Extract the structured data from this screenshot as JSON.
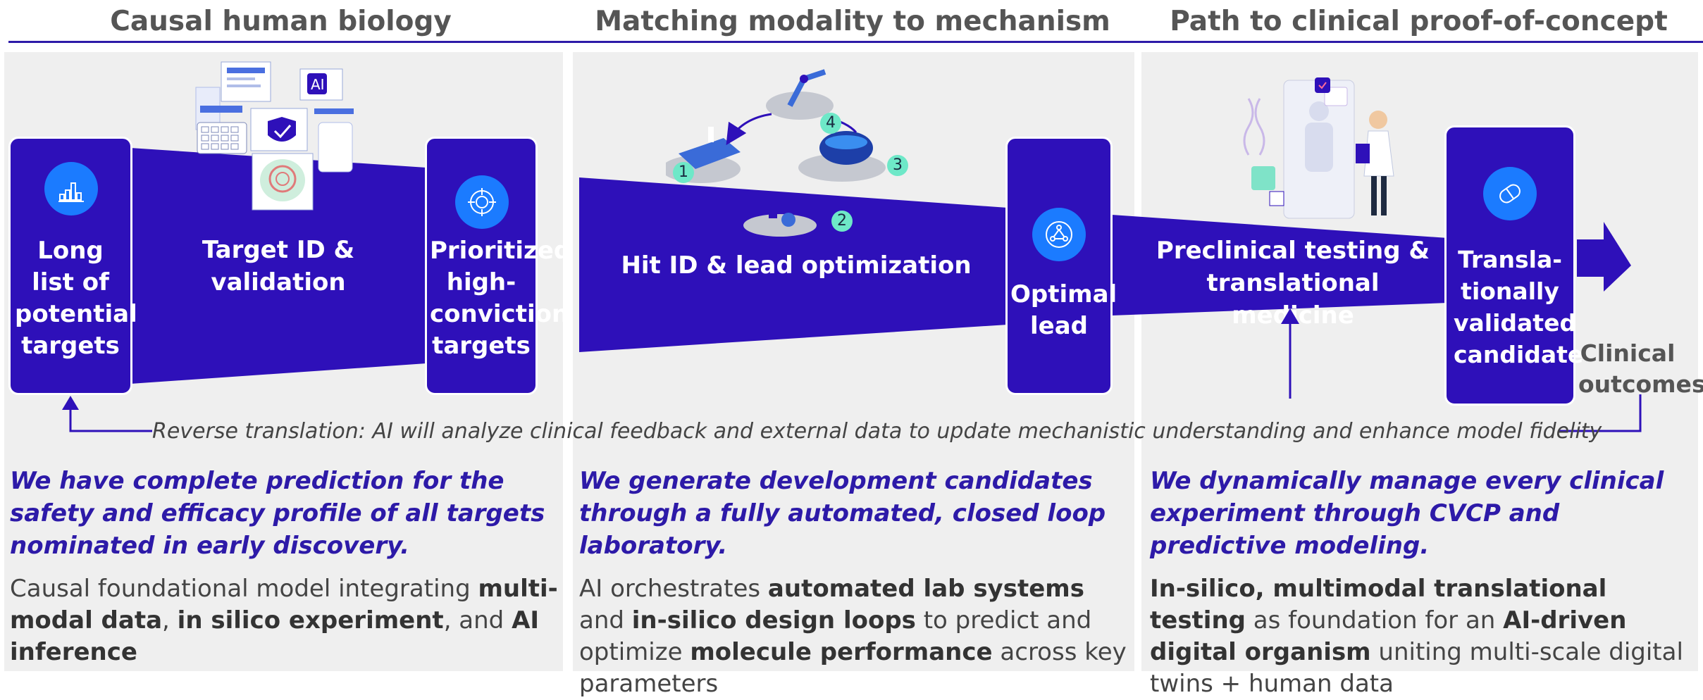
{
  "headers": {
    "col1": "Causal human biology",
    "col2": "Matching modality to mechanism",
    "col3": "Path to clinical proof-of-concept"
  },
  "stages": {
    "long_list": "Long list of potential targets",
    "prioritized": "Prioritized high-conviction targets",
    "optimal_lead": "Optimal lead",
    "validated": "Transla-tionally validated candidate"
  },
  "bands": {
    "target_id": "Target ID & validation",
    "hit_id": "Hit ID & lead optimization",
    "preclinical": "Preclinical testing & translational medicine"
  },
  "loop_steps": [
    "1",
    "2",
    "3",
    "4"
  ],
  "clinical_outcomes": "Clinical outcomes",
  "reverse_translation": "Reverse translation: AI will analyze clinical feedback and external data to update mechanistic understanding and enhance model fidelity",
  "columns": [
    {
      "headline": "We have complete prediction for the safety and efficacy profile of all targets nominated in early discovery.",
      "body": [
        {
          "t": "Causal foundational model integrating ",
          "b": false
        },
        {
          "t": "multi-modal data",
          "b": true
        },
        {
          "t": ", ",
          "b": false
        },
        {
          "t": "in silico experiment",
          "b": true
        },
        {
          "t": ", and ",
          "b": false
        },
        {
          "t": "AI inference",
          "b": true
        }
      ]
    },
    {
      "headline": "We generate development candidates through a fully automated, closed loop laboratory.",
      "body": [
        {
          "t": "AI orchestrates ",
          "b": false
        },
        {
          "t": "automated lab systems",
          "b": true
        },
        {
          "t": " and ",
          "b": false
        },
        {
          "t": "in-silico design loops",
          "b": true
        },
        {
          "t": " to predict and optimize ",
          "b": false
        },
        {
          "t": "molecule performance",
          "b": true
        },
        {
          "t": " across key parameters",
          "b": false
        }
      ]
    },
    {
      "headline": "We dynamically manage every clinical experiment through CVCP and predictive modeling.",
      "body": [
        {
          "t": "In-silico, multimodal translational testing",
          "b": true
        },
        {
          "t": " as foundation for an ",
          "b": false
        },
        {
          "t": "AI-driven digital organism",
          "b": true
        },
        {
          "t": " uniting multi-scale digital twins + human data",
          "b": false
        }
      ]
    }
  ],
  "icons": {
    "long_list": "bar-chart-icon",
    "prioritized": "target-icon",
    "optimal_lead": "network-icon",
    "validated": "capsule-icon"
  },
  "colors": {
    "primary": "#2e10b9",
    "accent_blue": "#1b7bff",
    "heading_text": "#555555",
    "italic_blue": "#2d1aa8",
    "panel_bg": "#efefef",
    "loop_badge": "#6ee8c8"
  }
}
